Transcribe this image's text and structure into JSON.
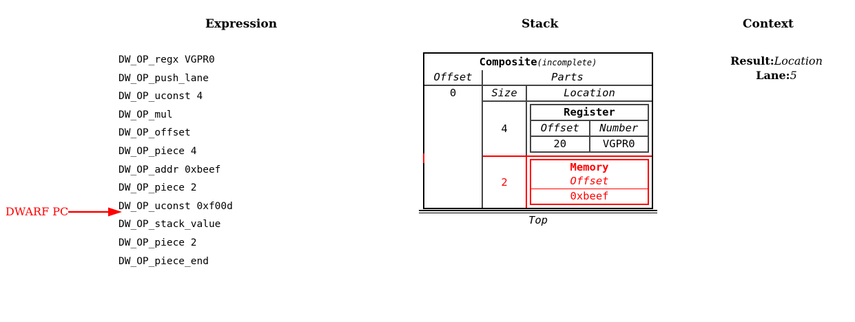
{
  "headings": {
    "expression": "Expression",
    "stack": "Stack",
    "context": "Context"
  },
  "expression": {
    "lines": [
      "DW_OP_regx VGPR0",
      "DW_OP_push_lane",
      "DW_OP_uconst 4",
      "DW_OP_mul",
      "DW_OP_offset",
      "DW_OP_piece 4",
      "DW_OP_addr 0xbeef",
      "DW_OP_piece 2",
      "DW_OP_uconst 0xf00d",
      "DW_OP_stack_value",
      "DW_OP_piece 2",
      "DW_OP_piece_end"
    ],
    "pc_marker": {
      "label": "DWARF PC",
      "points_to_line_index": 8,
      "color": "#ff0000"
    }
  },
  "stack": {
    "composite": {
      "title": "Composite",
      "qualifier": "(incomplete)",
      "offset_header": "Offset",
      "offset_value": "0",
      "parts_header": "Parts",
      "size_header": "Size",
      "location_header": "Location",
      "parts": [
        {
          "size": "4",
          "highlight": false,
          "location": {
            "kind": "Register",
            "title": "Register",
            "columns": [
              "Offset",
              "Number"
            ],
            "values": [
              "20",
              "VGPR0"
            ]
          }
        },
        {
          "size": "2",
          "highlight": true,
          "location": {
            "kind": "Memory",
            "title": "Memory",
            "offset_label": "Offset",
            "value": "0xbeef"
          }
        }
      ]
    },
    "top_label": "Top",
    "highlight_color": "#ff0000",
    "border_color": "#444444"
  },
  "context": {
    "rows": [
      {
        "key": "Result:",
        "value": "Location"
      },
      {
        "key": "Lane:",
        "value": "5"
      }
    ]
  }
}
